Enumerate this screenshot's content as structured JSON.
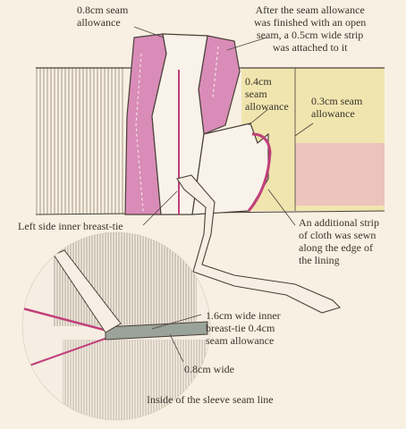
{
  "labels": {
    "seam_08": "0.8cm seam\nallowance",
    "seam_finish": "After the seam allowance\nwas finished with an open\nseam, a 0.5cm wide strip\nwas attached to it",
    "seam_04": "0.4cm\nseam\nallowance",
    "seam_03": "0.3cm seam\nallowance",
    "breast_tie": "Left side inner breast-tie",
    "extra_strip": "An additional strip\nof cloth was sewn\nalong the edge of\nthe lining",
    "inner_tie": "1.6cm wide inner\nbreast-tie 0.4cm\nseam allowance",
    "wide_08": "0.8cm wide",
    "sleeve_seam": "Inside of the sleeve seam line"
  },
  "colors": {
    "background": "#f8f0e2",
    "pink": "#d98cb8",
    "yellow": "#f0e3a6",
    "outline": "#4a4038",
    "seam_red": "#c0407a",
    "grey_strip": "#9aa39a"
  }
}
